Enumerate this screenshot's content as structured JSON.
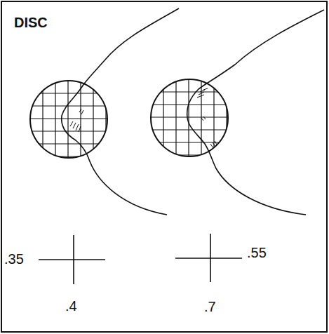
{
  "diagram": {
    "labels": [
      "DISC",
      ".35",
      ".4",
      ".55",
      ".7"
    ]
  }
}
